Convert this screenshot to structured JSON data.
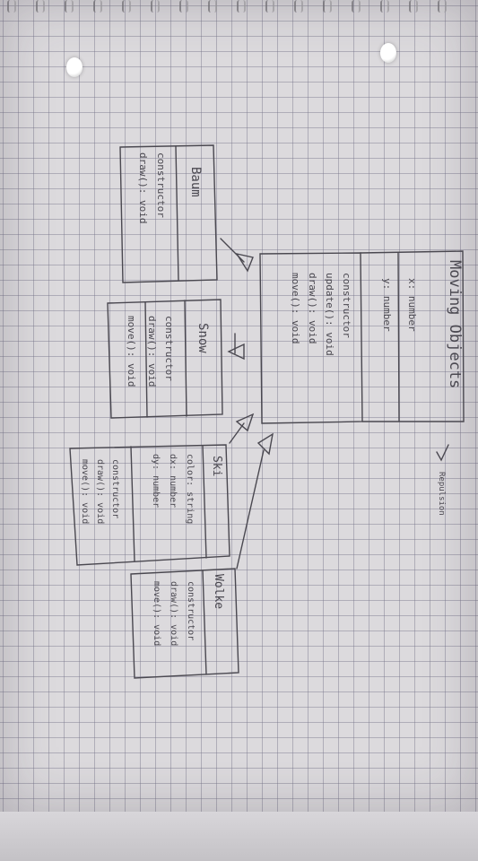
{
  "diagram": {
    "classes": [
      {
        "id": "moving-objects",
        "title": "Moving Objects",
        "attributes": [
          "x: number",
          "y: number"
        ],
        "methods": [
          "constructor",
          "update(): void",
          "draw(): void",
          "move(): void"
        ]
      },
      {
        "id": "baum",
        "title": "Baum",
        "attributes": [],
        "methods": [
          "constructor",
          "draw(): void"
        ]
      },
      {
        "id": "snow",
        "title": "Snow",
        "attributes": [],
        "methods": [
          "constructor",
          "draw(): void",
          "move(): void"
        ]
      },
      {
        "id": "ski",
        "title": "Ski",
        "attributes": [
          "color: string",
          "dx: number",
          "dy: number"
        ],
        "methods": [
          "constructor",
          "draw(): void",
          "move(): void"
        ]
      },
      {
        "id": "wolke",
        "title": "Wolke",
        "attributes": [],
        "methods": [
          "constructor",
          "draw(): void",
          "move(): void"
        ]
      }
    ],
    "note": "Repulsion",
    "ink_color": "#4a4850"
  }
}
